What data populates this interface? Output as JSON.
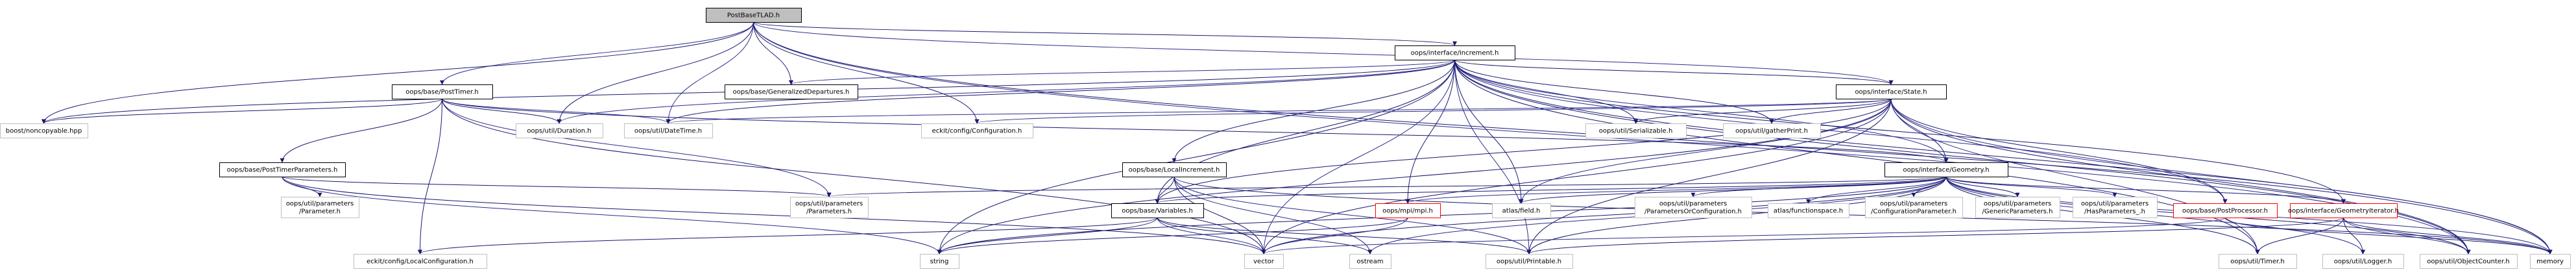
{
  "graph": {
    "title": "",
    "colors": {
      "edge": "#191970",
      "edge_alt": "#2e2e8e",
      "root_fill": "#bfbfbf",
      "node_border": "#000000",
      "gray_border": "#bfbfbf",
      "red_border": "#ff0000"
    },
    "nodes": [
      {
        "id": "root",
        "label": "PostBaseTLAD.h",
        "kind": "root"
      },
      {
        "id": "posttimer",
        "label": "oops/base/PostTimer.h",
        "kind": "linked"
      },
      {
        "id": "gendep",
        "label": "oops/base/GeneralizedDepartures.h",
        "kind": "linked"
      },
      {
        "id": "increment",
        "label": "oops/interface/Increment.h",
        "kind": "linked"
      },
      {
        "id": "state",
        "label": "oops/interface/State.h",
        "kind": "linked"
      },
      {
        "id": "boostnc",
        "label": "boost/noncopyable.hpp",
        "kind": "gray"
      },
      {
        "id": "duration",
        "label": "oops/util/Duration.h",
        "kind": "gray"
      },
      {
        "id": "datetime",
        "label": "oops/util/DateTime.h",
        "kind": "gray"
      },
      {
        "id": "eckitconf",
        "label": "eckit/config/Configuration.h",
        "kind": "gray"
      },
      {
        "id": "serializable",
        "label": "oops/util/Serializable.h",
        "kind": "gray"
      },
      {
        "id": "gatherprint",
        "label": "oops/util/gatherPrint.h",
        "kind": "gray"
      },
      {
        "id": "posttimerparams",
        "label": "oops/base/PostTimerParameters.h",
        "kind": "linked"
      },
      {
        "id": "localinc",
        "label": "oops/base/LocalIncrement.h",
        "kind": "linked"
      },
      {
        "id": "geometry",
        "label": "oops/interface/Geometry.h",
        "kind": "linked"
      },
      {
        "id": "paramh",
        "label": "oops/util/parameters\n/Parameter.h",
        "kind": "gray"
      },
      {
        "id": "paramsh",
        "label": "oops/util/parameters\n/Parameters.h",
        "kind": "gray"
      },
      {
        "id": "variables",
        "label": "oops/base/Variables.h",
        "kind": "linked"
      },
      {
        "id": "mpi",
        "label": "oops/mpi/mpi.h",
        "kind": "red"
      },
      {
        "id": "atlasfield",
        "label": "atlas/field.h",
        "kind": "gray"
      },
      {
        "id": "paramsorconf",
        "label": "oops/util/parameters\n/ParametersOrConfiguration.h",
        "kind": "gray"
      },
      {
        "id": "atlasfs",
        "label": "atlas/functionspace.h",
        "kind": "gray"
      },
      {
        "id": "confparam",
        "label": "oops/util/parameters\n/ConfigurationParameter.h",
        "kind": "gray"
      },
      {
        "id": "genparams",
        "label": "oops/util/parameters\n/GenericParameters.h",
        "kind": "gray"
      },
      {
        "id": "hasparams",
        "label": "oops/util/parameters\n/HasParameters_.h",
        "kind": "gray"
      },
      {
        "id": "postproc",
        "label": "oops/base/PostProcessor.h",
        "kind": "red"
      },
      {
        "id": "geomiter",
        "label": "oops/interface/GeometryIterator.h",
        "kind": "red"
      },
      {
        "id": "localconf",
        "label": "eckit/config/LocalConfiguration.h",
        "kind": "gray"
      },
      {
        "id": "string",
        "label": "string",
        "kind": "gray"
      },
      {
        "id": "vector",
        "label": "vector",
        "kind": "gray"
      },
      {
        "id": "ostream",
        "label": "ostream",
        "kind": "gray"
      },
      {
        "id": "printable",
        "label": "oops/util/Printable.h",
        "kind": "gray"
      },
      {
        "id": "timer",
        "label": "oops/util/Timer.h",
        "kind": "gray"
      },
      {
        "id": "logger",
        "label": "oops/util/Logger.h",
        "kind": "gray"
      },
      {
        "id": "objcounter",
        "label": "oops/util/ObjectCounter.h",
        "kind": "gray"
      },
      {
        "id": "memory",
        "label": "memory",
        "kind": "gray"
      }
    ],
    "edges": [
      [
        "root",
        "posttimer"
      ],
      [
        "root",
        "gendep"
      ],
      [
        "root",
        "increment"
      ],
      [
        "root",
        "state"
      ],
      [
        "root",
        "boostnc"
      ],
      [
        "root",
        "duration"
      ],
      [
        "root",
        "datetime"
      ],
      [
        "root",
        "eckitconf"
      ],
      [
        "root",
        "memory"
      ],
      [
        "root",
        "objcounter"
      ],
      [
        "posttimer",
        "boostnc"
      ],
      [
        "posttimer",
        "duration"
      ],
      [
        "posttimer",
        "datetime"
      ],
      [
        "posttimer",
        "posttimerparams"
      ],
      [
        "posttimer",
        "localconf"
      ],
      [
        "posttimer",
        "paramsh"
      ],
      [
        "posttimer",
        "vector"
      ],
      [
        "posttimer",
        "geometry"
      ],
      [
        "increment",
        "gendep"
      ],
      [
        "increment",
        "state"
      ],
      [
        "increment",
        "localinc"
      ],
      [
        "increment",
        "geometry"
      ],
      [
        "increment",
        "variables"
      ],
      [
        "increment",
        "mpi"
      ],
      [
        "increment",
        "serializable"
      ],
      [
        "increment",
        "gatherprint"
      ],
      [
        "increment",
        "datetime"
      ],
      [
        "increment",
        "duration"
      ],
      [
        "increment",
        "boostnc"
      ],
      [
        "increment",
        "atlasfield"
      ],
      [
        "increment",
        "postproc"
      ],
      [
        "increment",
        "geomiter"
      ],
      [
        "increment",
        "timer"
      ],
      [
        "increment",
        "printable"
      ],
      [
        "increment",
        "objcounter"
      ],
      [
        "increment",
        "memory"
      ],
      [
        "increment",
        "vector"
      ],
      [
        "increment",
        "string"
      ],
      [
        "state",
        "geometry"
      ],
      [
        "state",
        "eckitconf"
      ],
      [
        "state",
        "serializable"
      ],
      [
        "state",
        "gatherprint"
      ],
      [
        "state",
        "datetime"
      ],
      [
        "state",
        "variables"
      ],
      [
        "state",
        "postproc"
      ],
      [
        "state",
        "timer"
      ],
      [
        "state",
        "printable"
      ],
      [
        "state",
        "objcounter"
      ],
      [
        "state",
        "memory"
      ],
      [
        "state",
        "vector"
      ],
      [
        "state",
        "string"
      ],
      [
        "state",
        "atlasfield"
      ],
      [
        "posttimerparams",
        "paramh"
      ],
      [
        "posttimerparams",
        "paramsh"
      ],
      [
        "posttimerparams",
        "string"
      ],
      [
        "posttimerparams",
        "vector"
      ],
      [
        "localinc",
        "variables"
      ],
      [
        "localinc",
        "printable"
      ],
      [
        "localinc",
        "vector"
      ],
      [
        "localinc",
        "memory"
      ],
      [
        "localinc",
        "ostream"
      ],
      [
        "geometry",
        "paramsh"
      ],
      [
        "geometry",
        "variables"
      ],
      [
        "geometry",
        "mpi"
      ],
      [
        "geometry",
        "atlasfield"
      ],
      [
        "geometry",
        "paramsorconf"
      ],
      [
        "geometry",
        "atlasfs"
      ],
      [
        "geometry",
        "confparam"
      ],
      [
        "geometry",
        "genparams"
      ],
      [
        "geometry",
        "hasparams"
      ],
      [
        "geometry",
        "geomiter"
      ],
      [
        "geometry",
        "timer"
      ],
      [
        "geometry",
        "logger"
      ],
      [
        "geometry",
        "objcounter"
      ],
      [
        "geometry",
        "printable"
      ],
      [
        "geometry",
        "memory"
      ],
      [
        "geometry",
        "vector"
      ],
      [
        "geometry",
        "string"
      ],
      [
        "geometry",
        "ostream"
      ],
      [
        "variables",
        "localconf"
      ],
      [
        "variables",
        "string"
      ],
      [
        "variables",
        "vector"
      ],
      [
        "variables",
        "printable"
      ],
      [
        "variables",
        "ostream"
      ],
      [
        "mpi",
        "vector"
      ],
      [
        "mpi",
        "string"
      ],
      [
        "postproc",
        "memory"
      ],
      [
        "postproc",
        "vector"
      ],
      [
        "geomiter",
        "timer"
      ],
      [
        "geomiter",
        "logger"
      ],
      [
        "geomiter",
        "objcounter"
      ],
      [
        "geomiter",
        "printable"
      ],
      [
        "geomiter",
        "memory"
      ]
    ]
  }
}
